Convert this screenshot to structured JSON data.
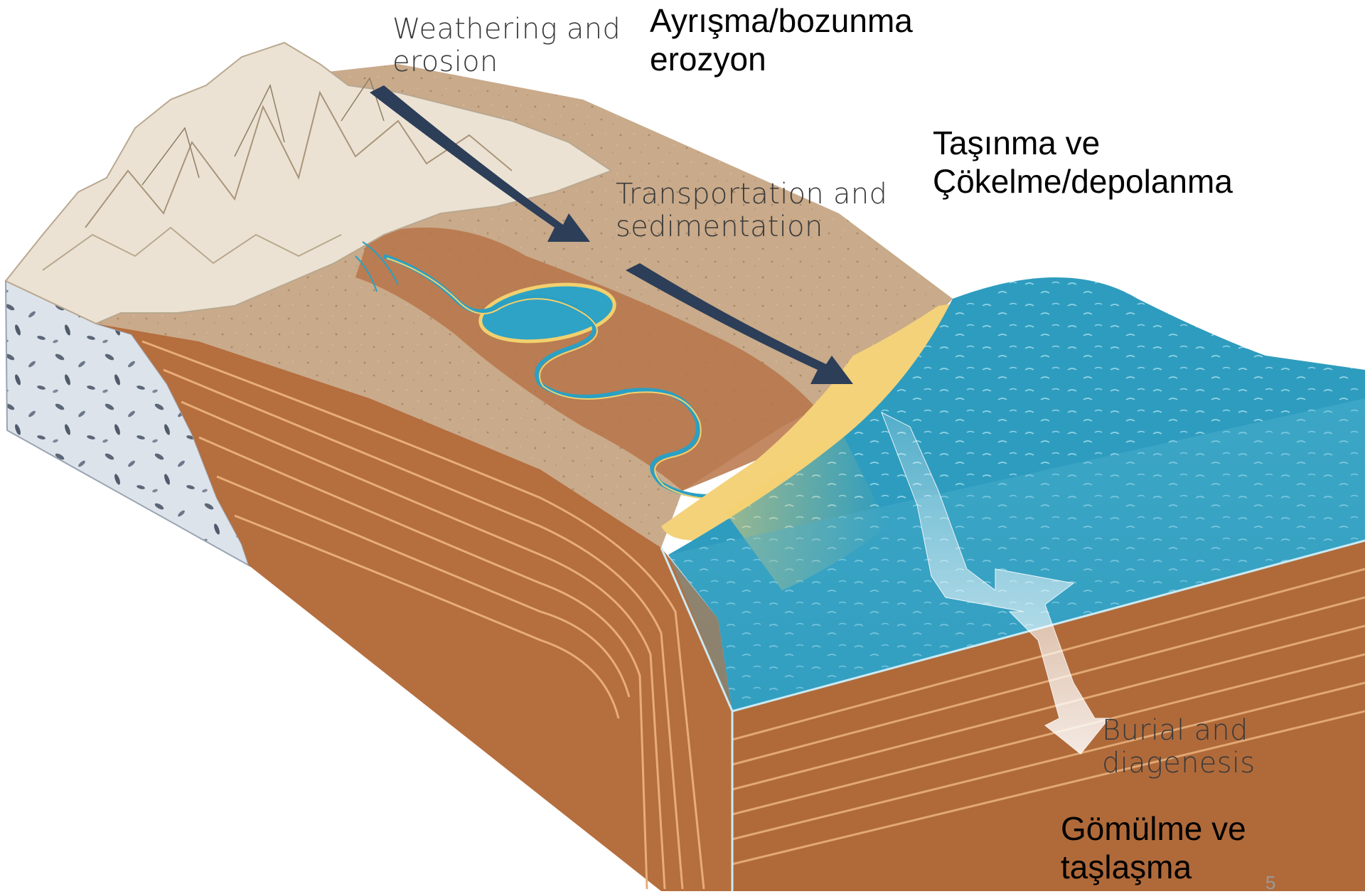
{
  "labels": {
    "weathering_en": "Weathering and\nerosion",
    "weathering_tr": "Ayrışma/bozunma\nerozyon",
    "transport_en": "Transportation and\nsedimentation",
    "transport_tr": "Taşınma ve\nÇökelme/depolanma",
    "burial_en": "Burial and\ndiagenesis",
    "burial_tr": "Gömülme ve\ntaşlaşma"
  },
  "page_number": "5",
  "colors": {
    "sediment_side": "#b06a3a",
    "sediment_stripe": "#e0a070",
    "land_top": "#c9aa8a",
    "mountains": "#ece3d6",
    "basement_rock": "#dfe4ea",
    "sea": "#2f9fc0",
    "sand": "#f3d27a",
    "arrow_dark": "#2c3e58"
  }
}
